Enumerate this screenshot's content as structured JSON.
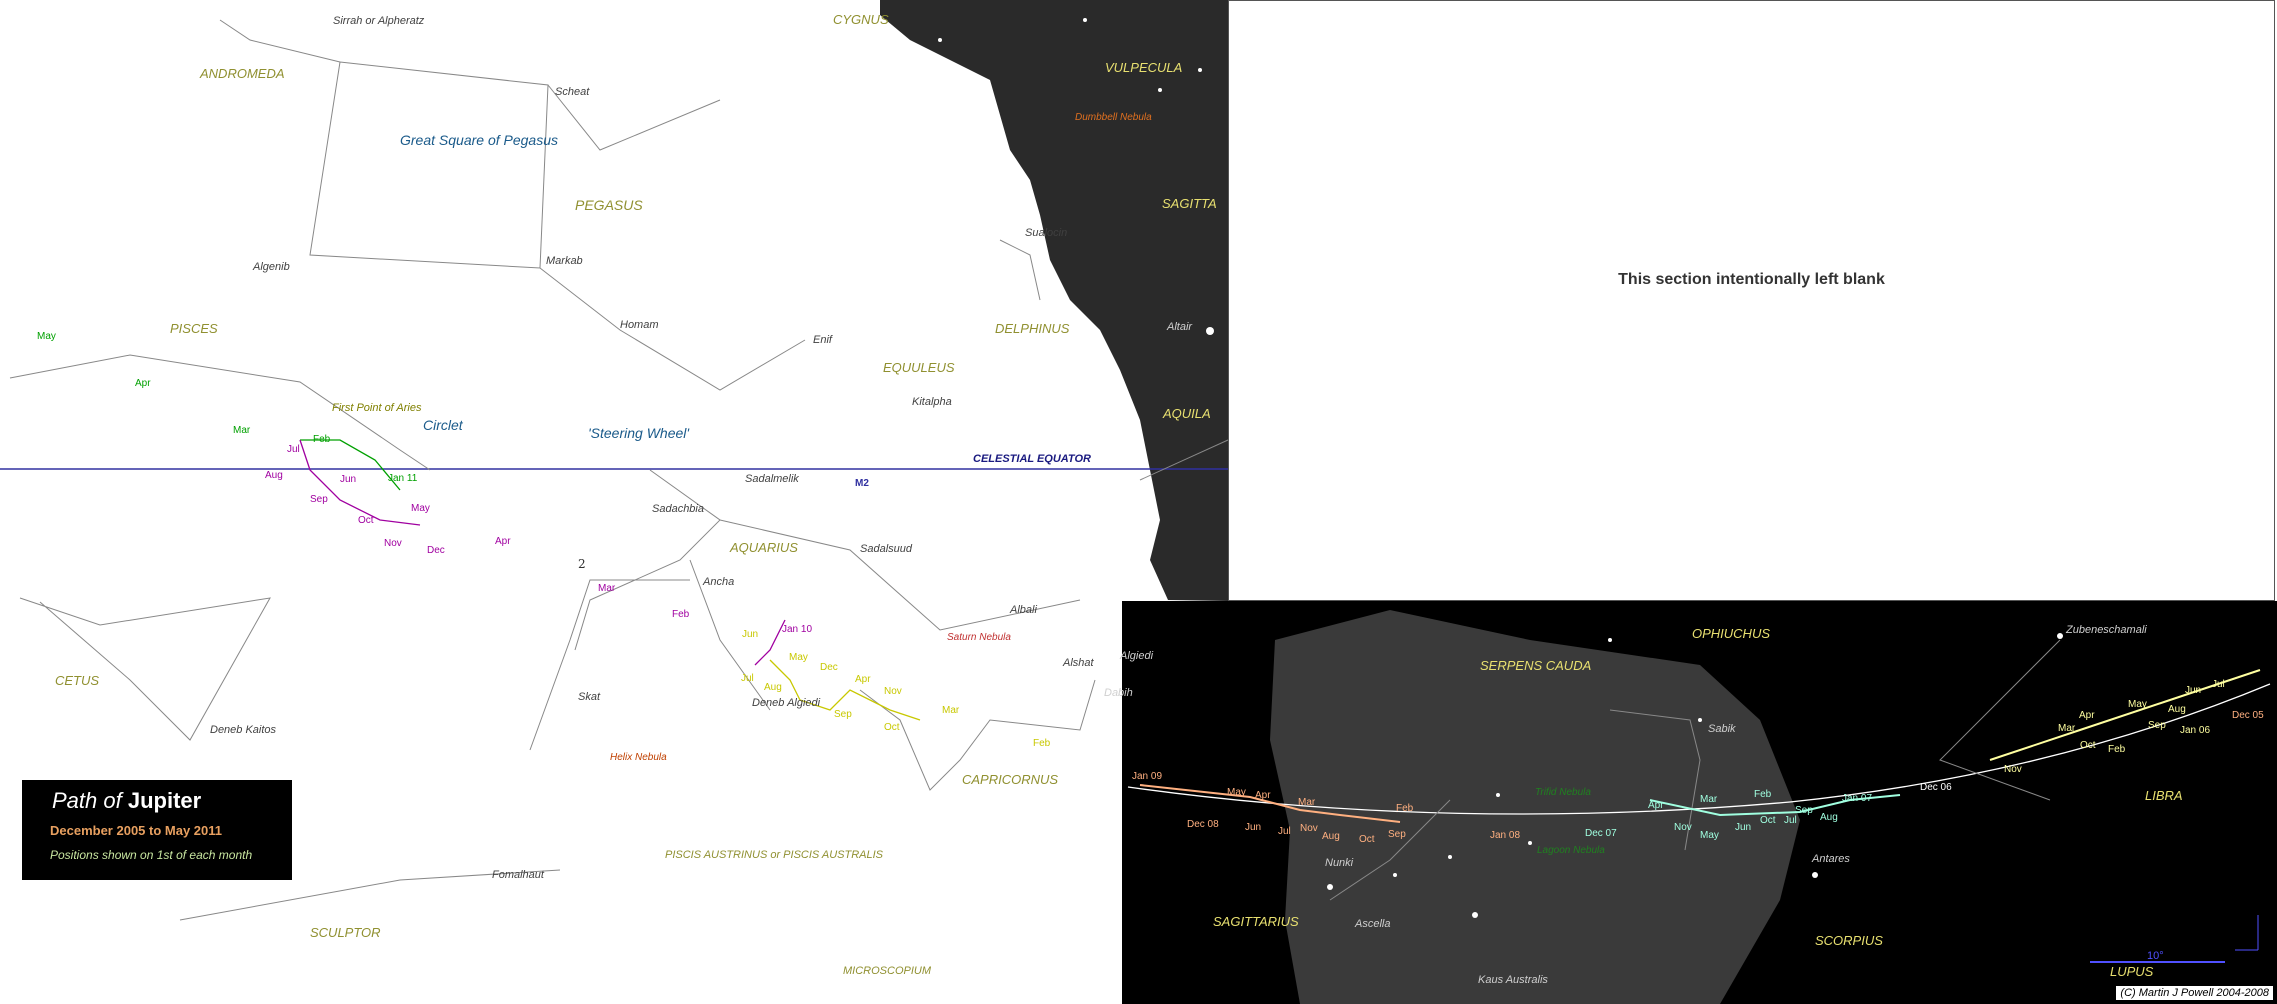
{
  "title": {
    "prefix": "Path of",
    "planet": "Jupiter",
    "period": "December 2005 to May 2011",
    "note": "Positions shown on 1st of each month"
  },
  "blank_panel": "This section intentionally left blank",
  "constellations": [
    "ANDROMEDA",
    "PEGASUS",
    "PISCES",
    "CETUS",
    "AQUARIUS",
    "CAPRICORNUS",
    "SCULPTOR",
    "MICROSCOPIUM",
    "PISCIS AUSTRINUS or PISCIS AUSTRALIS",
    "CYGNUS",
    "VULPECULA",
    "SAGITTA",
    "DELPHINUS",
    "EQUULEUS",
    "AQUILA",
    "OPHIUCHUS",
    "SERPENS CAUDA",
    "SAGITTARIUS",
    "SCORPIUS",
    "LIBRA",
    "LUPUS"
  ],
  "asterisms": [
    "Great Square of Pegasus",
    "Circlet",
    "'Steering Wheel'"
  ],
  "stars": [
    "Sirrah or Alpheratz",
    "Scheat",
    "Markab",
    "Algenib",
    "Homam",
    "Enif",
    "Kitalpha",
    "Sadalmelik",
    "Sadachbia",
    "Sadalsuud",
    "Ancha",
    "Skat",
    "Albali",
    "Deneb Algiedi",
    "Alshat",
    "Algiedi",
    "Dabih",
    "Deneb Kaitos",
    "Fomalhaut",
    "Sualocin",
    "Altair",
    "Sabik",
    "Antares",
    "Zubeneschamali",
    "Nunki",
    "Ascella",
    "Kaus Australis"
  ],
  "deep_sky": [
    "Dumbbell Nebula",
    "Saturn Nebula",
    "Helix Nebula",
    "M2",
    "Trifid Nebula",
    "Lagoon Nebula"
  ],
  "labels": {
    "equator": "CELESTIAL EQUATOR",
    "first_point": "First Point of Aries",
    "scale": "10°",
    "copyright": "(C) Martin J Powell 2004-2008",
    "marker_2": "2"
  },
  "colors": {
    "night": "#2a2a2a",
    "path_2011": "#00a000",
    "path_2010": "#a000a0",
    "path_2009": "#c8c800",
    "path_2008": "#ffb080",
    "path_2007": "#a0ffe0",
    "path_2006": "#ffffa0"
  },
  "path_upper": [
    {
      "label": "May"
    },
    {
      "label": "Apr"
    },
    {
      "label": "Mar"
    },
    {
      "label": "Feb"
    },
    {
      "label": "Jan 11"
    },
    {
      "label": "Jul"
    },
    {
      "label": "Aug"
    },
    {
      "label": "Jun"
    },
    {
      "label": "Sep"
    },
    {
      "label": "Oct"
    },
    {
      "label": "Nov"
    },
    {
      "label": "Dec"
    },
    {
      "label": "May"
    },
    {
      "label": "Apr"
    },
    {
      "label": "Mar"
    },
    {
      "label": "Feb"
    },
    {
      "label": "Jan 10"
    },
    {
      "label": "Jun"
    },
    {
      "label": "May"
    },
    {
      "label": "Dec"
    },
    {
      "label": "Jul"
    },
    {
      "label": "Aug"
    },
    {
      "label": "Apr"
    },
    {
      "label": "Nov"
    },
    {
      "label": "Sep"
    },
    {
      "label": "Oct"
    },
    {
      "label": "Mar"
    },
    {
      "label": "Feb"
    }
  ],
  "path_lower": [
    {
      "label": "Jan 09"
    },
    {
      "label": "May"
    },
    {
      "label": "Apr"
    },
    {
      "label": "Mar"
    },
    {
      "label": "Dec 08"
    },
    {
      "label": "Jun"
    },
    {
      "label": "Jul"
    },
    {
      "label": "Nov"
    },
    {
      "label": "Aug"
    },
    {
      "label": "Oct"
    },
    {
      "label": "Sep"
    },
    {
      "label": "Feb"
    },
    {
      "label": "Jan 08"
    },
    {
      "label": "Dec 07"
    },
    {
      "label": "Apr"
    },
    {
      "label": "Mar"
    },
    {
      "label": "Nov"
    },
    {
      "label": "May"
    },
    {
      "label": "Jun"
    },
    {
      "label": "Feb"
    },
    {
      "label": "Oct"
    },
    {
      "label": "Jul"
    },
    {
      "label": "Sep"
    },
    {
      "label": "Aug"
    },
    {
      "label": "Jan 07"
    },
    {
      "label": "Dec 06"
    },
    {
      "label": "Nov"
    },
    {
      "label": "Apr"
    },
    {
      "label": "Mar"
    },
    {
      "label": "Oct"
    },
    {
      "label": "May"
    },
    {
      "label": "Feb"
    },
    {
      "label": "Sep"
    },
    {
      "label": "Jun"
    },
    {
      "label": "Aug"
    },
    {
      "label": "Jul"
    },
    {
      "label": "Jan 06"
    },
    {
      "label": "Dec 05"
    }
  ]
}
